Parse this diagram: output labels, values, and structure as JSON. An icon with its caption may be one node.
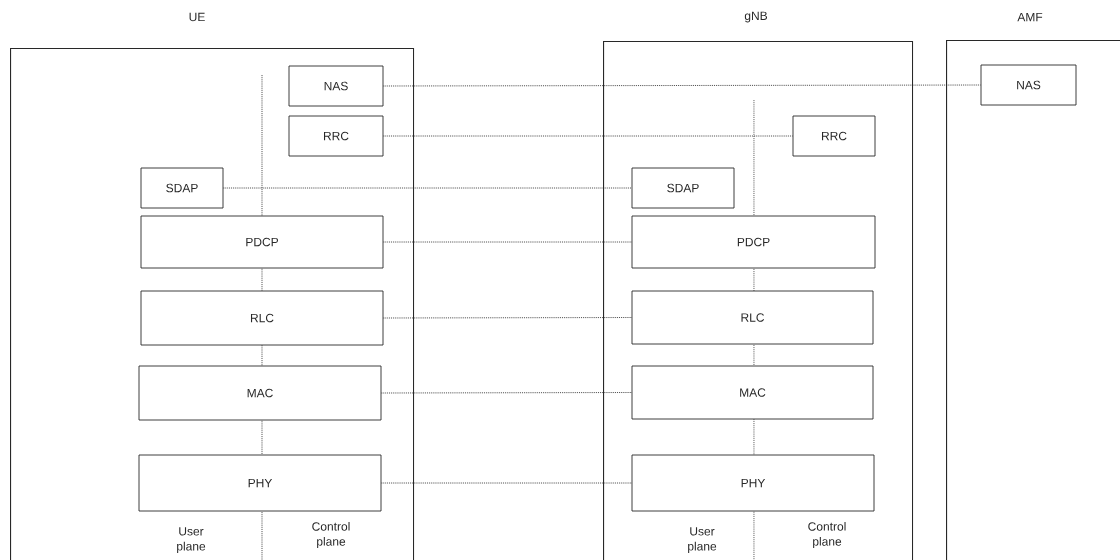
{
  "diagram": {
    "nodes": [
      {
        "text": [
          "UE"
        ]
      },
      {
        "text": [
          "NAS"
        ],
        "in": 0
      },
      {
        "text": [
          "RRC"
        ],
        "in": 0
      },
      {
        "text": [
          "SDAP"
        ],
        "in": 0
      },
      {
        "text": [
          "PDCP"
        ],
        "in": 0
      },
      {
        "text": [
          "RLC"
        ],
        "in": 0
      },
      {
        "text": [
          "MAC"
        ],
        "in": 0
      },
      {
        "text": [
          "PHY"
        ],
        "in": 0
      },
      {
        "text": [
          "gNB"
        ]
      },
      {
        "text": [
          "SDAP"
        ],
        "in": 8
      },
      {
        "text": [
          "RRC"
        ],
        "in": 8
      },
      {
        "text": [
          "PDCP"
        ],
        "in": 8
      },
      {
        "text": [
          "RLC"
        ],
        "in": 8
      },
      {
        "text": [
          "MAC"
        ],
        "in": 8
      },
      {
        "text": [
          "PHY"
        ],
        "in": 8
      },
      {
        "text": [
          "AMF"
        ]
      },
      {
        "text": [
          "NAS"
        ],
        "in": 15
      }
    ],
    "edges": [
      {
        "from": 1,
        "to": 16,
        "arrow": "none"
      },
      {
        "from": 2,
        "to": 10,
        "arrow": "none"
      },
      {
        "from": 3,
        "to": 9,
        "arrow": "none"
      },
      {
        "from": 4,
        "to": 11,
        "arrow": "none"
      },
      {
        "from": 5,
        "to": 12,
        "arrow": "none"
      },
      {
        "from": 6,
        "to": 13,
        "arrow": "none"
      },
      {
        "from": 7,
        "to": 14,
        "arrow": "none"
      }
    ],
    "labels": [
      "User plane",
      "Control plane",
      "User plane",
      "Control plane"
    ]
  }
}
